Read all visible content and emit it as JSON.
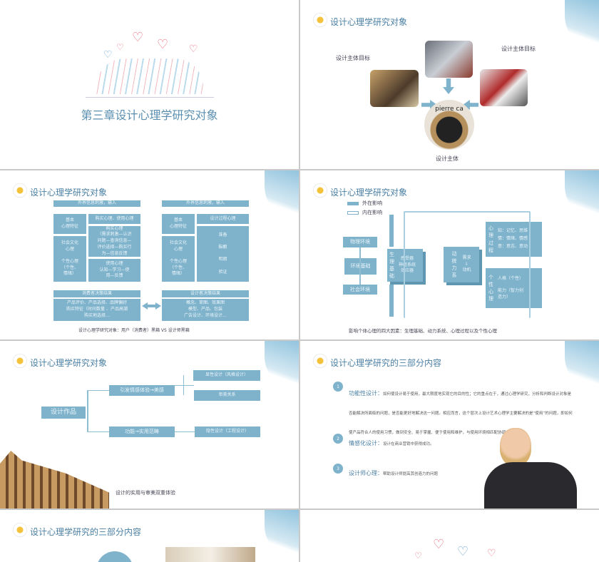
{
  "slide1": {
    "title": "第三章设计心理学研究对象"
  },
  "slide2": {
    "title": "设计心理学研究对象",
    "label_left": "设计主体目标",
    "label_right": "设计主体目标",
    "label_bottom": "设计主体",
    "circle_sign": "pierre ca"
  },
  "slide3": {
    "title": "设计心理学研究对象",
    "left": {
      "input": "外界信息刺激，输入",
      "basic": "基本\n心理特征",
      "social": "社会文化\n心理\n\n个性心理\n（个性、\n情绪）",
      "buyuse": "购买心理、使用心理",
      "buy": "购买心理\n（需求刺激—认识\n问题—查询信息—\n评价选择—购买行\n为—信息反馈",
      "use": "使用心理\n认知—学习—使\n用—反馈",
      "result": "消费者决策结果",
      "output": "产品评价、产品选择、品牌偏好\n购买特征（时间数量 、产品高潮\n购买地选择…"
    },
    "right": {
      "input": "外界信息刺激，输入",
      "basic": "基本\n心理特征",
      "social": "社会文化\n心理\n\n个性心理\n（个性、\n情绪）",
      "process": "设计过程心理",
      "stages": "准备\n\n酝酿\n\n明朗\n\n验证",
      "result": "设计者决策结果",
      "output": "概念、草图、效果图\n模型、产品、包装\n广告设计、环境设计…"
    },
    "caption": "设计心理学研究对象：用户（消费者）黑箱 VS 设计师黑箱"
  },
  "slide4": {
    "title": "设计心理学研究对象",
    "legend_external": "外在影响",
    "legend_internal": "内在影响",
    "physical": "物理环境",
    "env": "环境基础",
    "social": "社会环境",
    "physio_label": "生\n理\n基\n础",
    "physio_items": "感受器\n神经系统\n效应器",
    "power_label": "动\n统\n力\n系",
    "need": "需求",
    "motive": "动机",
    "process_label": "心\n理\n过\n程",
    "process_items": "知：记忆、思维\n情：情绪、情感\n意：意志、意动",
    "personality_label": "个\n性\n心\n理",
    "personality_items": "人格（个性）\n\n能力（智力创\n造力）",
    "caption": "影响个体心理的四大因素：生理基础、动力系统、心理过程以及个性心理"
  },
  "slide5": {
    "title": "设计心理学研究对象",
    "root": "设计作品",
    "branch1": "引发情感体验→美感",
    "branch2": "功能→实用范畴",
    "leaf1": "显性设计（风格设计）",
    "leaf2": "审美关系",
    "leaf3": "隐性设计（工程设计）",
    "caption": "设计的实用与审美双重体验"
  },
  "slide6": {
    "title": "设计心理学研究的三部分内容",
    "items": [
      {
        "num": "1",
        "head": "功能性设计：",
        "body": "如何使设计易于使用，最大限度地实现它的目的性；它的重点在于，通过心理学研究，分析和判断设计对象是否能解决所面临的问题，是否能更好地解决这一问题。相应而言，这个层次上设计艺术心理学主要解决的是“使用”的问题，即如何使产品符合人的使用习惯，做到安全、易于掌握、便于使用和维护，与使用环境相匹配协调。"
      },
      {
        "num": "2",
        "head": "情感化设计：",
        "body": "设计在商业营销中获得成功。"
      },
      {
        "num": "3",
        "head": "设计师心理：",
        "body": "帮助设计师提高其创造力的问题"
      }
    ]
  },
  "slide7": {
    "title": "设计心理学研究的三部分内容"
  },
  "colors": {
    "accent": "#7fb3cc",
    "title": "#4a7fa3"
  }
}
